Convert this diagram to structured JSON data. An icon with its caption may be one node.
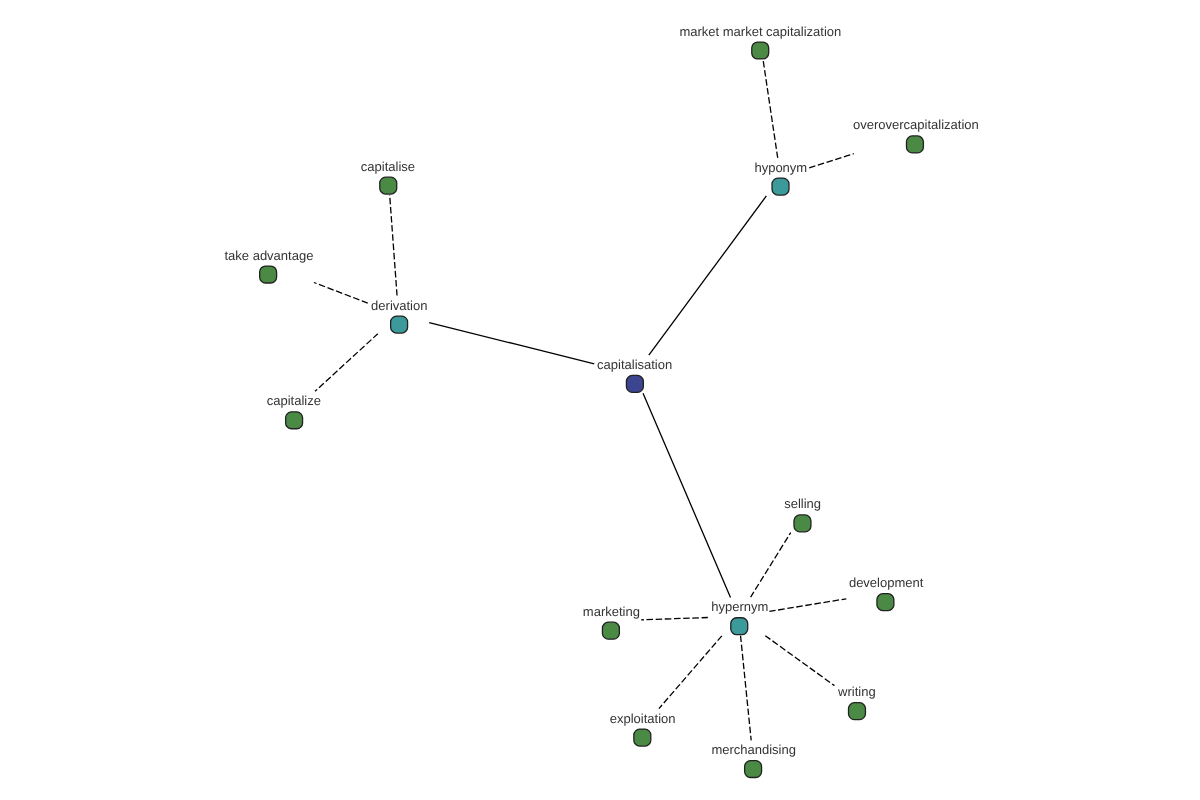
{
  "diagram": {
    "nodes": [
      {
        "text": [
          "capitalisation"
        ]
      },
      {
        "text": [
          "derivation"
        ]
      },
      {
        "text": [
          "hypernym"
        ]
      },
      {
        "text": [
          "hyponym"
        ]
      },
      {
        "text": [
          "capitalise"
        ]
      },
      {
        "text": [
          "take advantage"
        ]
      },
      {
        "text": [
          "capitalize"
        ]
      },
      {
        "text": [
          "writing"
        ]
      },
      {
        "text": [
          "exploitation"
        ]
      },
      {
        "text": [
          "merchandising"
        ]
      },
      {
        "text": [
          "selling"
        ]
      },
      {
        "text": [
          "marketing"
        ]
      },
      {
        "text": [
          "development"
        ]
      },
      {
        "text": [
          "overovercapitalization"
        ]
      },
      {
        "text": [
          "market market capitalization"
        ]
      }
    ],
    "edges": [
      {
        "from": 0,
        "to": 1,
        "arrow": "none"
      },
      {
        "from": 0,
        "to": 2,
        "arrow": "none"
      },
      {
        "from": 0,
        "to": 3,
        "arrow": "none"
      },
      {
        "from": 1,
        "to": 4,
        "arrow": "none",
        "style": "dashed"
      },
      {
        "from": 1,
        "to": 5,
        "arrow": "none",
        "style": "dashed"
      },
      {
        "from": 1,
        "to": 6,
        "arrow": "none",
        "style": "dashed"
      },
      {
        "from": 2,
        "to": 7,
        "arrow": "none",
        "style": "dashed"
      },
      {
        "from": 2,
        "to": 8,
        "arrow": "none",
        "style": "dashed"
      },
      {
        "from": 2,
        "to": 9,
        "arrow": "none",
        "style": "dashed"
      },
      {
        "from": 2,
        "to": 10,
        "arrow": "none",
        "style": "dashed"
      },
      {
        "from": 2,
        "to": 11,
        "arrow": "none",
        "style": "dashed"
      },
      {
        "from": 2,
        "to": 12,
        "arrow": "none",
        "style": "dashed"
      },
      {
        "from": 3,
        "to": 13,
        "arrow": "none",
        "style": "dashed"
      },
      {
        "from": 3,
        "to": 14,
        "arrow": "none",
        "style": "dashed"
      }
    ]
  }
}
